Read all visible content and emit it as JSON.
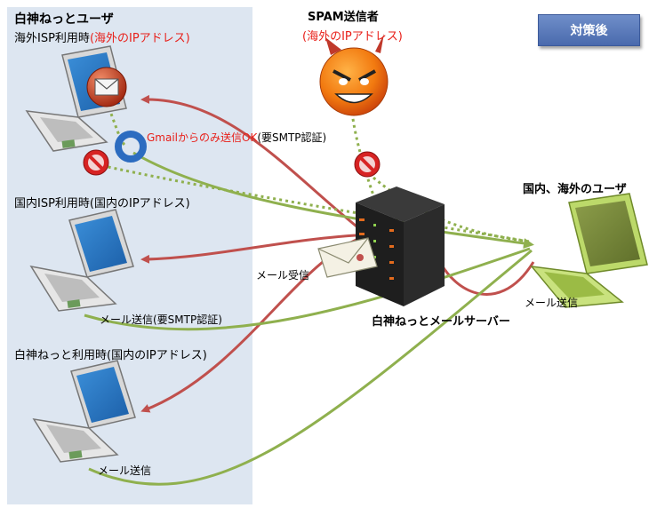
{
  "badge": {
    "label": "対策後"
  },
  "left_panel": {
    "title": "白神ねっとユーザ",
    "overseas_isp": {
      "label": "海外ISP利用時",
      "suffix": "(海外のIPアドレス)"
    },
    "domestic_isp": {
      "label": "国内ISP利用時(国内のIPアドレス)"
    },
    "shirakami_net": {
      "label": "白神ねっと利用時(国内のIPアドレス)"
    }
  },
  "spammer": {
    "title": "SPAM送信者",
    "subtitle": "(海外のIPアドレス)"
  },
  "gmail_note": {
    "red_part": "Gmailからのみ送信OK",
    "black_part": "(要SMTP認証)"
  },
  "server": {
    "label": "白神ねっとメールサーバー"
  },
  "external_user": {
    "label": "国内、海外のユーザ"
  },
  "labels": {
    "mail_receive": "メール受信",
    "mail_send_auth": "メール送信(要SMTP認証)",
    "mail_send_bottom": "メール送信",
    "mail_send_right": "メール送信"
  },
  "colors": {
    "panel_bg": "#dde6f1",
    "arrow_red": "#c0504d",
    "arrow_green": "#8fb04e",
    "badge_bg": "#5b7bbf",
    "accent_red": "#e8201a"
  }
}
